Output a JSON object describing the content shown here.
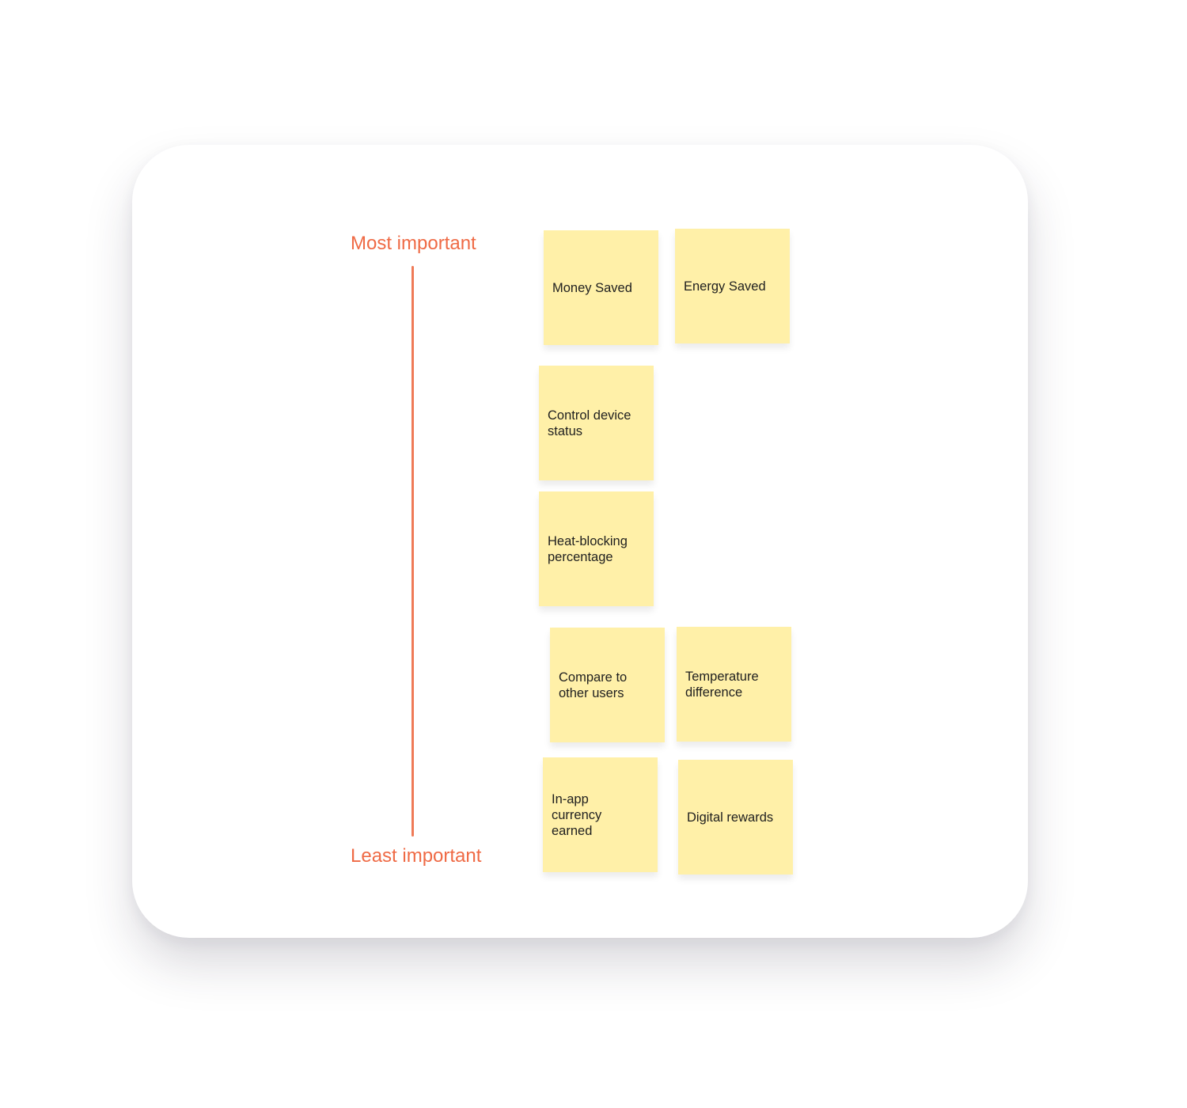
{
  "scale": {
    "top_label": "Most important",
    "bottom_label": "Least important",
    "color": "#ef6a45"
  },
  "notes": [
    {
      "text": "Money Saved"
    },
    {
      "text": "Energy Saved"
    },
    {
      "text": "Control device\nstatus"
    },
    {
      "text": "Heat-blocking\npercentage"
    },
    {
      "text": "Compare to\nother users"
    },
    {
      "text": "Temperature\ndifference"
    },
    {
      "text": "In-app\ncurrency\nearned"
    },
    {
      "text": "Digital rewards"
    }
  ],
  "note_color": "#fff0a8"
}
